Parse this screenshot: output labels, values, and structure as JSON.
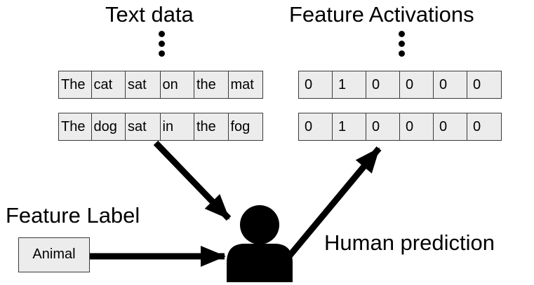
{
  "text_data": {
    "title": "Text data",
    "rows": [
      [
        "The",
        "cat",
        "sat",
        "on",
        "the",
        "mat"
      ],
      [
        "The",
        "dog",
        "sat",
        "in",
        "the",
        "fog"
      ]
    ]
  },
  "feature_activations": {
    "title": "Feature Activations",
    "rows": [
      [
        "0",
        "1",
        "0",
        "0",
        "0",
        "0"
      ],
      [
        "0",
        "1",
        "0",
        "0",
        "0",
        "0"
      ]
    ]
  },
  "feature_label": {
    "title": "Feature Label",
    "value": "Animal"
  },
  "human": {
    "caption": "Human prediction",
    "icon": "person-icon"
  }
}
